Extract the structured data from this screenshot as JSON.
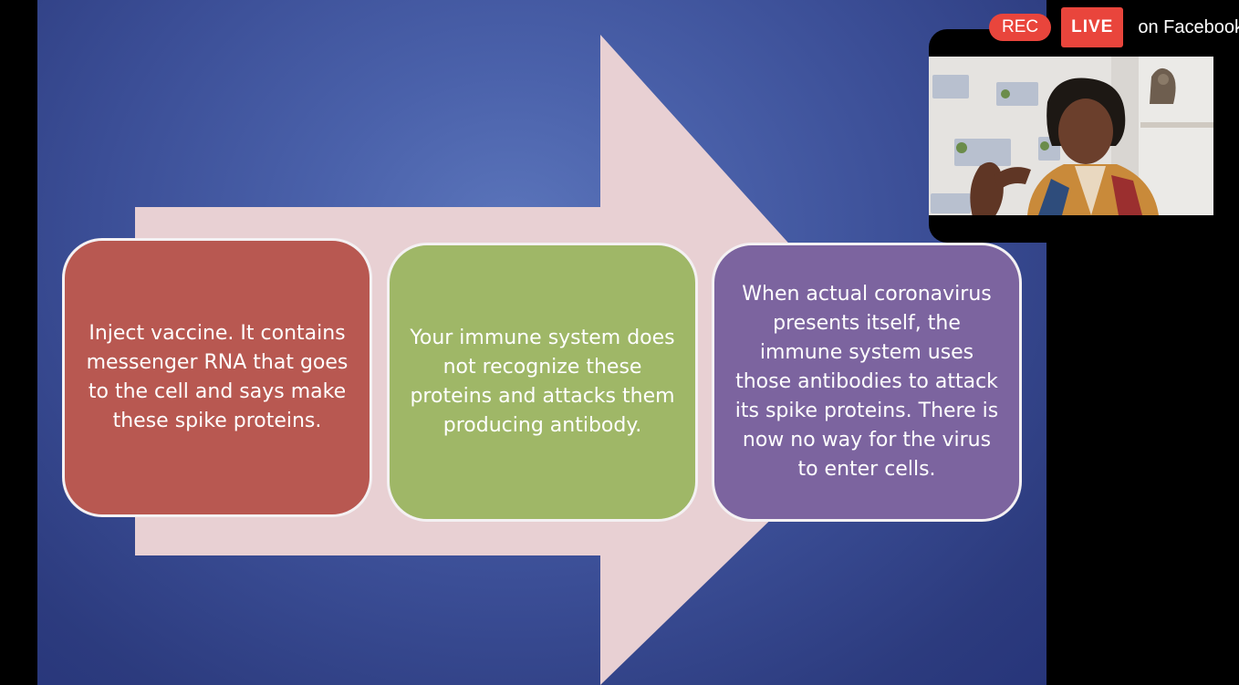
{
  "slide": {
    "steps": [
      {
        "text": "Inject vaccine. It contains messenger RNA that goes to the cell and says make these spike proteins.",
        "color": "#b85851"
      },
      {
        "text": "Your immune system does not recognize these proteins and attacks them producing antibody.",
        "color": "#9fb767"
      },
      {
        "text": "When actual coronavirus presents itself, the immune system uses those antibodies to attack its spike proteins. There is now no way for the virus to enter cells.",
        "color": "#7c649f"
      }
    ],
    "arrow_color": "#e8d0d3",
    "background_color": "#4a61aa"
  },
  "overlay": {
    "rec_label": "REC",
    "live_label": "LIVE",
    "platform_text": "on Facebook",
    "badge_color": "#e9453c"
  },
  "camera": {
    "feed": "speaker-video"
  }
}
